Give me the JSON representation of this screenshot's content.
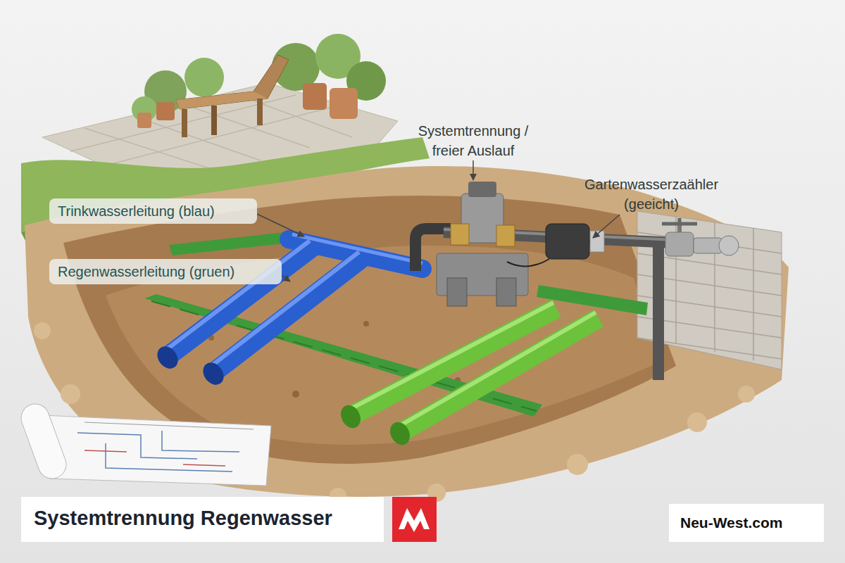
{
  "diagram": {
    "title": "Systemtrennung Regenwasser",
    "nodes": [
      {
        "text": [
          "Trinkwasserleitung (blau)"
        ]
      },
      {
        "text": [
          "Regenwasserleitung (gruen)"
        ]
      },
      {
        "text": [
          "Neu-West.com"
        ]
      }
    ],
    "labels": [
      "Systemtrennung / freier Auslauf",
      "Gartenwasserzaähler (geeicht)"
    ]
  }
}
